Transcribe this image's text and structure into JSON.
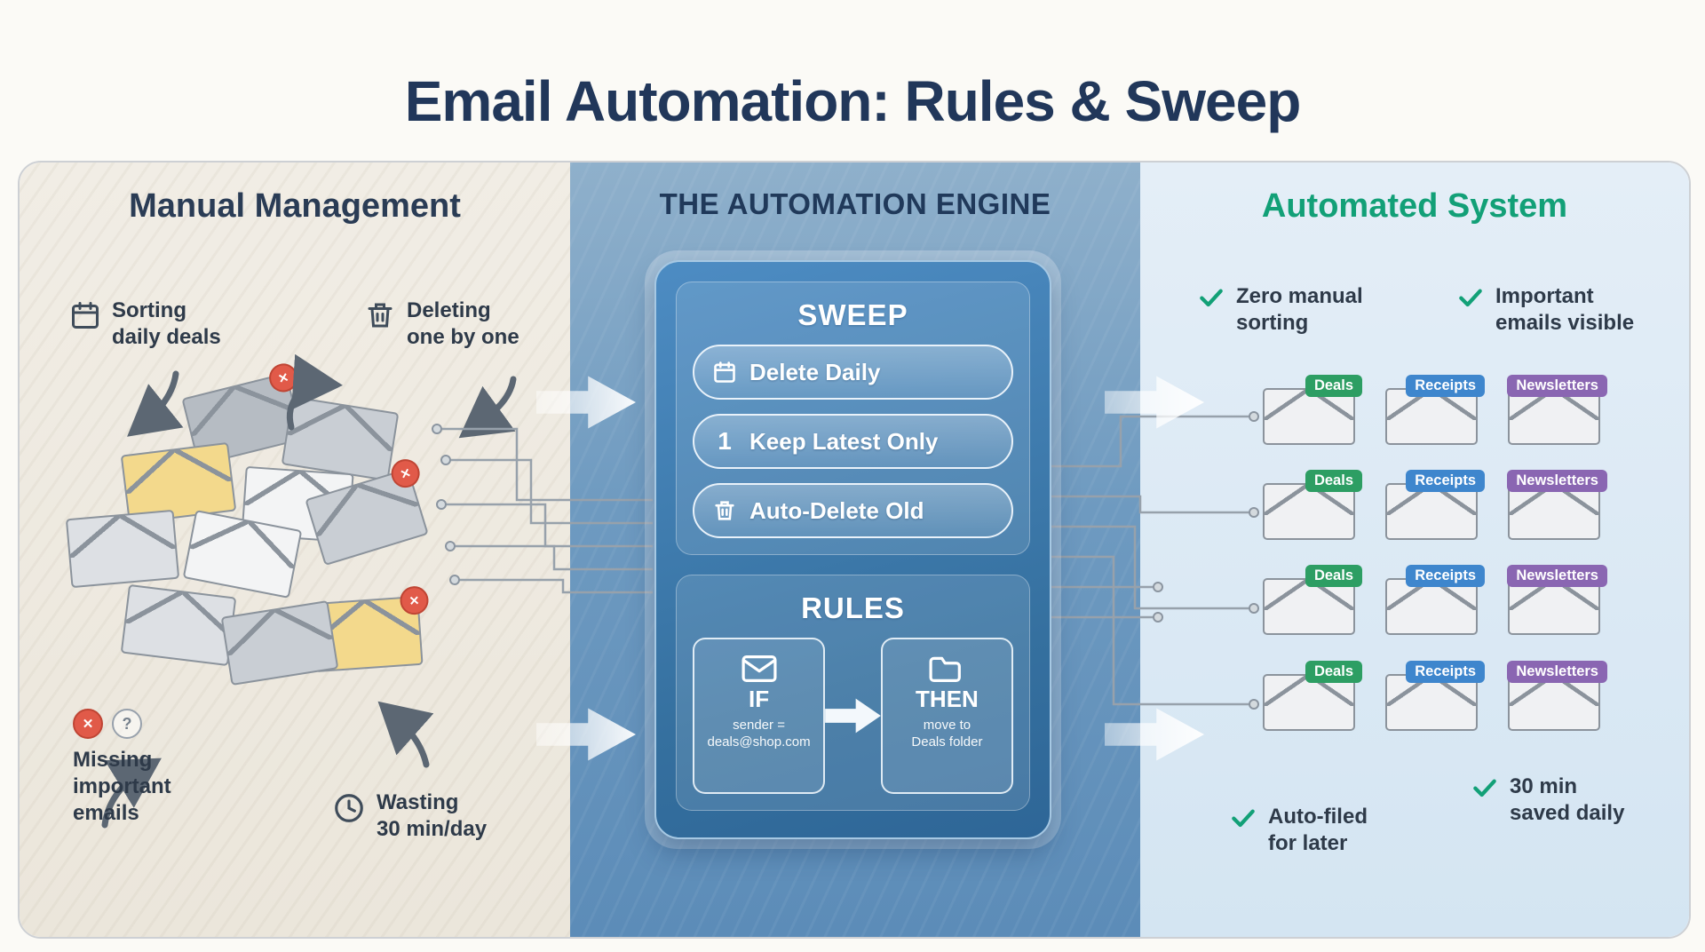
{
  "title": "Email Automation: Rules & Sweep",
  "glyphs": {
    "x": "✕",
    "question": "?"
  },
  "left": {
    "heading": "Manual Management",
    "sorting_label": "Sorting\ndaily deals",
    "deleting_label": "Deleting\none by one",
    "missing_label": "Missing\nimportant\nemails",
    "wasting_label": "Wasting\n30 min/day"
  },
  "engine": {
    "heading": "THE AUTOMATION ENGINE",
    "sweep": {
      "title": "SWEEP",
      "actions": [
        {
          "icon": "calendar-icon",
          "label": "Delete Daily"
        },
        {
          "icon": "number-one-icon",
          "glyph": "1",
          "label": "Keep Latest Only"
        },
        {
          "icon": "trash-icon",
          "label": "Auto-Delete Old"
        }
      ]
    },
    "rules": {
      "title": "RULES",
      "if_box": {
        "title": "IF",
        "lines": "sender =\ndeals@shop.com"
      },
      "then_box": {
        "title": "THEN",
        "lines": "move to\nDeals folder"
      }
    }
  },
  "right": {
    "heading": "Automated System",
    "benefit_top_left": "Zero manual\nsorting",
    "benefit_top_right": "Important\nemails visible",
    "benefit_bottom_left": "Auto-filed\nfor later",
    "benefit_bottom_right": "30 min\nsaved daily",
    "rows": 4,
    "categories": [
      {
        "label": "Deals",
        "color": "#2d9e63"
      },
      {
        "label": "Receipts",
        "color": "#3e86cd"
      },
      {
        "label": "Newsletters",
        "color": "#8a66b2"
      }
    ]
  },
  "colors": {
    "title_navy": "#21375a",
    "header_green": "#12a077",
    "engine_blue": "#35709f",
    "alert_red": "#e15a49"
  }
}
